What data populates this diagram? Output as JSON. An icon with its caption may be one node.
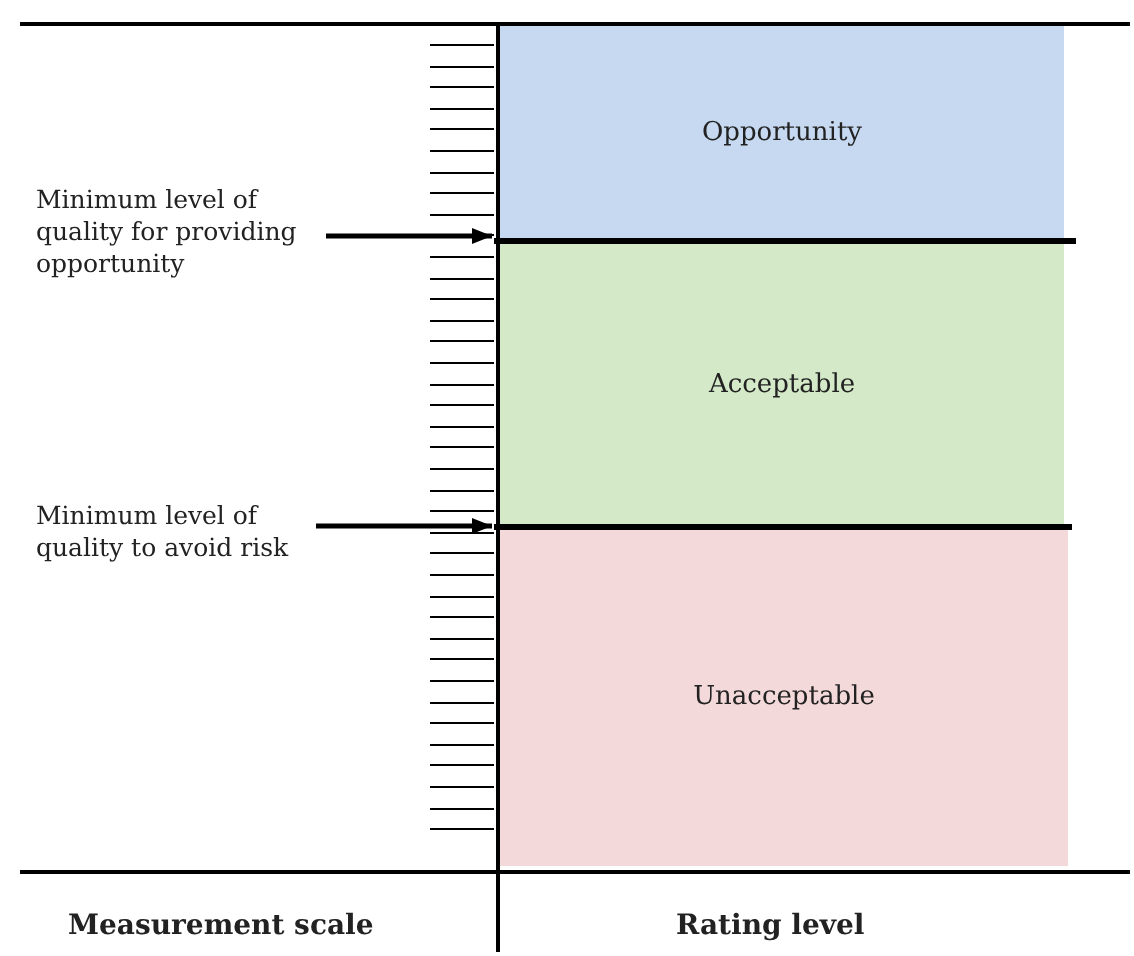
{
  "diagram": {
    "nodes": [
      {
        "text": [
          "Opportunity"
        ]
      },
      {
        "text": [
          "Acceptable"
        ]
      },
      {
        "text": [
          "Unacceptable"
        ]
      },
      {
        "text": [
          "Minimum level of quality for providing opportunity"
        ]
      },
      {
        "text": [
          "Minimum level of quality to avoid risk"
        ]
      },
      {
        "text": [],
        "shape": "bar"
      },
      {
        "text": [],
        "shape": "bar"
      }
    ],
    "edges": [
      {
        "from": 3,
        "to": 5,
        "arrow": "to"
      },
      {
        "from": 4,
        "to": 6,
        "arrow": "to"
      }
    ],
    "labels": [
      "Measurement scale",
      "Rating level"
    ]
  }
}
